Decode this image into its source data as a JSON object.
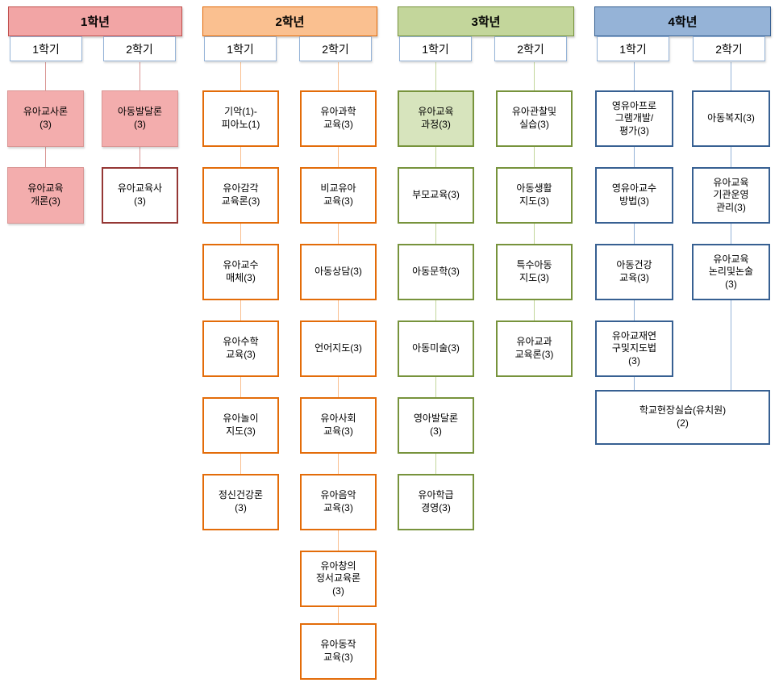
{
  "years": [
    {
      "label": "1학년",
      "semesters": [
        {
          "label": "1학기",
          "courses": [
            {
              "label": "유아교사론\n(3)",
              "style": "filled"
            },
            {
              "label": "유아교육\n개론(3)",
              "style": "filled"
            }
          ]
        },
        {
          "label": "2학기",
          "courses": [
            {
              "label": "아동발달론\n(3)",
              "style": "filled"
            },
            {
              "label": "유아교육사\n(3)",
              "style": "outlined"
            }
          ]
        }
      ]
    },
    {
      "label": "2학년",
      "semesters": [
        {
          "label": "1학기",
          "courses": [
            {
              "label": "기악(1)-\n피아노(1)"
            },
            {
              "label": "유아감각\n교육론(3)"
            },
            {
              "label": "유아교수\n매체(3)"
            },
            {
              "label": "유아수학\n교육(3)"
            },
            {
              "label": "유아놀이\n지도(3)"
            },
            {
              "label": "정신건강론\n(3)"
            }
          ]
        },
        {
          "label": "2학기",
          "courses": [
            {
              "label": "유아과학\n교육(3)"
            },
            {
              "label": "비교유아\n교육(3)"
            },
            {
              "label": "아동상담(3)"
            },
            {
              "label": "언어지도(3)"
            },
            {
              "label": "유아사회\n교육(3)"
            },
            {
              "label": "유아음악\n교육(3)"
            },
            {
              "label": "유아창의\n정서교육론\n(3)"
            },
            {
              "label": "유아동작\n교육(3)"
            }
          ]
        }
      ]
    },
    {
      "label": "3학년",
      "semesters": [
        {
          "label": "1학기",
          "courses": [
            {
              "label": "유아교육\n과정(3)",
              "style": "filled"
            },
            {
              "label": "부모교육(3)"
            },
            {
              "label": "아동문학(3)"
            },
            {
              "label": "아동미술(3)"
            },
            {
              "label": "영아발달론\n(3)"
            },
            {
              "label": "유아학급\n경영(3)"
            }
          ]
        },
        {
          "label": "2학기",
          "courses": [
            {
              "label": "유아관찰및\n실습(3)"
            },
            {
              "label": "아동생활\n지도(3)"
            },
            {
              "label": "특수아동\n지도(3)"
            },
            {
              "label": "유아교과\n교육론(3)"
            }
          ]
        }
      ]
    },
    {
      "label": "4학년",
      "semesters": [
        {
          "label": "1학기",
          "courses": [
            {
              "label": "영유아프로\n그램개발/\n평가(3)"
            },
            {
              "label": "영유아교수\n방법(3)"
            },
            {
              "label": "아동건강\n교육(3)"
            },
            {
              "label": "유아교재연\n구및지도법\n(3)"
            }
          ]
        },
        {
          "label": "2학기",
          "courses": [
            {
              "label": "아동복지(3)"
            },
            {
              "label": "유아교육\n기관운영\n관리(3)"
            },
            {
              "label": "유아교육\n논리및논술\n(3)"
            }
          ]
        }
      ]
    }
  ],
  "shared_course": {
    "label": "학교현장실습(유치원)\n(2)"
  },
  "colors": {
    "year1": {
      "header_bg": "#f2a5a5",
      "header_border": "#c0504d",
      "course_fill": "#f3adad",
      "course_border": "#d99694",
      "outline_border": "#953735"
    },
    "year2": {
      "header_bg": "#fac090",
      "header_border": "#e36c09",
      "course_border": "#e36c09"
    },
    "year3": {
      "header_bg": "#c3d69b",
      "header_border": "#77933c",
      "course_fill": "#d7e4bd",
      "course_border": "#77933c"
    },
    "year4": {
      "header_bg": "#95b3d7",
      "header_border": "#376092",
      "course_border": "#376092"
    },
    "semester_border": "#95b3d7"
  }
}
